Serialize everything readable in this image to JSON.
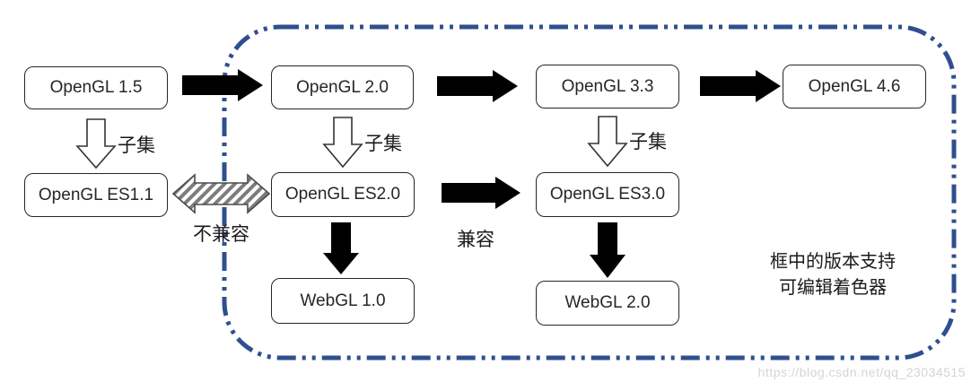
{
  "diagram": {
    "nodes": {
      "opengl15": "OpenGL 1.5",
      "opengl20": "OpenGL 2.0",
      "opengl33": "OpenGL 3.3",
      "opengl46": "OpenGL 4.6",
      "es11": "OpenGL ES1.1",
      "es20": "OpenGL ES2.0",
      "es30": "OpenGL ES3.0",
      "webgl10": "WebGL 1.0",
      "webgl20": "WebGL 2.0"
    },
    "labels": {
      "subset": "子集",
      "incompatible": "不兼容",
      "compatible": "兼容"
    },
    "annotation": {
      "line1": "框中的版本支持",
      "line2": "可编辑着色器"
    },
    "watermark": "https://blog.csdn.net/qq_23034515",
    "colors": {
      "frame_blue": "#2f4f8f",
      "arrow_black": "#000000",
      "box_border": "#262626",
      "watermark_gray": "#d4d4d4"
    }
  }
}
